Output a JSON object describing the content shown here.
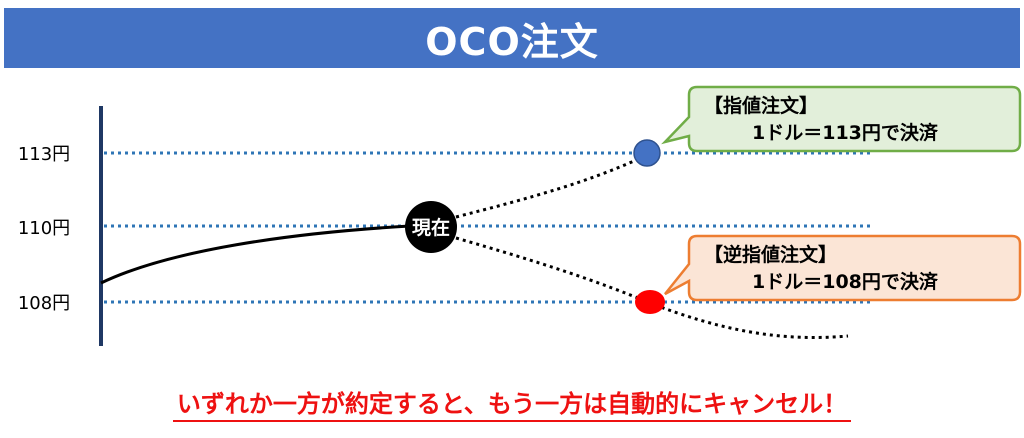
{
  "title": "OCO注文",
  "axis": {
    "labels": [
      {
        "text": "113円",
        "value": 113
      },
      {
        "text": "110円",
        "value": 110
      },
      {
        "text": "108円",
        "value": 108
      }
    ]
  },
  "current_marker": {
    "label": "現在",
    "color": "#000000"
  },
  "limit_order": {
    "heading": "【指値注文】",
    "body": "1ドル＝113円で決済",
    "dot_color": "#4472c4",
    "border_color": "#70ad47",
    "fill_color": "#e2efda"
  },
  "stop_order": {
    "heading": "【逆指値注文】",
    "body": "1ドル＝108円で決済",
    "dot_color": "#ff0000",
    "border_color": "#ed7d31",
    "fill_color": "#fbe5d6"
  },
  "footer": {
    "text": "いずれか一方が約定すると、もう一方は自動的にキャンセル！",
    "color": "#ee1111"
  },
  "colors": {
    "header_bg": "#4472c4",
    "dotted_line": "#2e75b6",
    "axis": "#1f3864"
  }
}
